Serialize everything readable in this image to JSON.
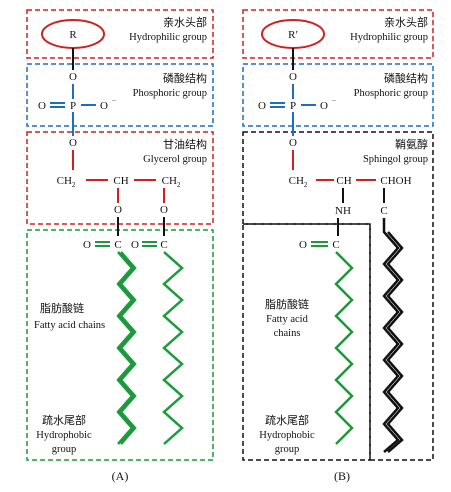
{
  "colors": {
    "headgroup_border": "#cc2222",
    "phosphoric_border": "#1a6fc4",
    "glycerol_border": "#cc2222",
    "tail_border_A": "#1a9a3a",
    "tail_border_B": "#111111",
    "bond_red": "#cc2222",
    "bond_blue": "#1a6fc4",
    "chain_green": "#1a9a3a",
    "chain_black": "#111111"
  },
  "panelA": {
    "caption": "(A)",
    "head": {
      "label": "R",
      "cn": "亲水头部",
      "en": "Hydrophilic group"
    },
    "phosphate": {
      "cn": "磷酸结构",
      "en": "Phosphoric group",
      "o_top": "O",
      "p": "P",
      "o_left": "O",
      "o_minus": "O",
      "charge": "−",
      "o_bottom": "O"
    },
    "glycerol": {
      "cn": "甘油结构",
      "en": "Glycerol group",
      "ch2_left": "CH",
      "sub2": "2",
      "ch": "CH",
      "ch2_right": "CH",
      "o1": "O",
      "o2": "O"
    },
    "ester": {
      "o1": "O",
      "c1": "C",
      "o2": "O",
      "c2": "C"
    },
    "chains": {
      "cn": "脂肪酸链",
      "en1": "Fatty acid chains"
    },
    "tail": {
      "cn": "疏水尾部",
      "en1": "Hydrophobic",
      "en2": "group"
    }
  },
  "panelB": {
    "caption": "(B)",
    "head": {
      "label": "R′",
      "cn": "亲水头部",
      "en": "Hydrophilic group"
    },
    "phosphate": {
      "cn": "磷酸结构",
      "en": "Phosphoric group",
      "o_top": "O",
      "p": "P",
      "o_left": "O",
      "o_minus": "O",
      "charge": "−",
      "o_bottom": "O"
    },
    "sphingol": {
      "cn": "鞘氨醇",
      "en": "Sphingol group",
      "ch2": "CH",
      "sub2": "2",
      "ch": "CH",
      "choh": "CHOH",
      "nh": "NH",
      "c": "C"
    },
    "amide": {
      "o": "O",
      "c": "C"
    },
    "chains": {
      "cn": "脂肪酸链",
      "en1": "Fatty acid",
      "en2": "chains"
    },
    "tail": {
      "cn": "疏水尾部",
      "en1": "Hydrophobic",
      "en2": "group"
    }
  }
}
